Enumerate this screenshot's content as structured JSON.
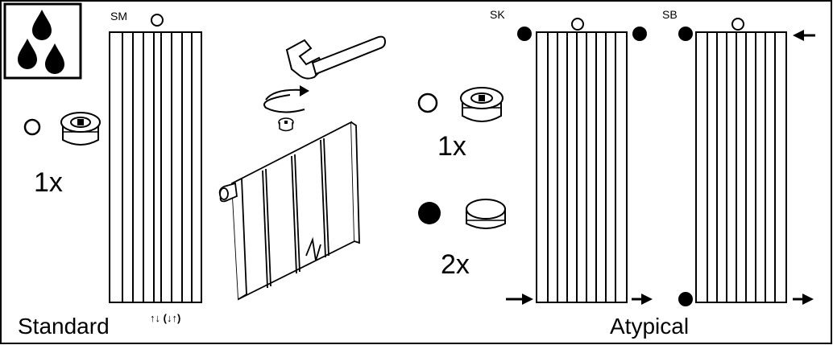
{
  "labels": {
    "sm": "SM",
    "sk": "SK",
    "sb": "SB",
    "standard": "Standard",
    "atypical": "Atypical",
    "flow_mark": "↑↓ (↓↑)"
  },
  "quantities": {
    "standard_valve": "1x",
    "atypical_valve": "1x",
    "atypical_plug": "2x"
  },
  "icons": {
    "water": "water-drops-icon",
    "wrench": "wrench-icon",
    "rotate": "rotate-arrow-icon",
    "air_vent": "air-vent-valve-icon",
    "blind_plug": "blind-plug-icon"
  },
  "colors": {
    "ink": "#000000",
    "background": "#ffffff"
  }
}
